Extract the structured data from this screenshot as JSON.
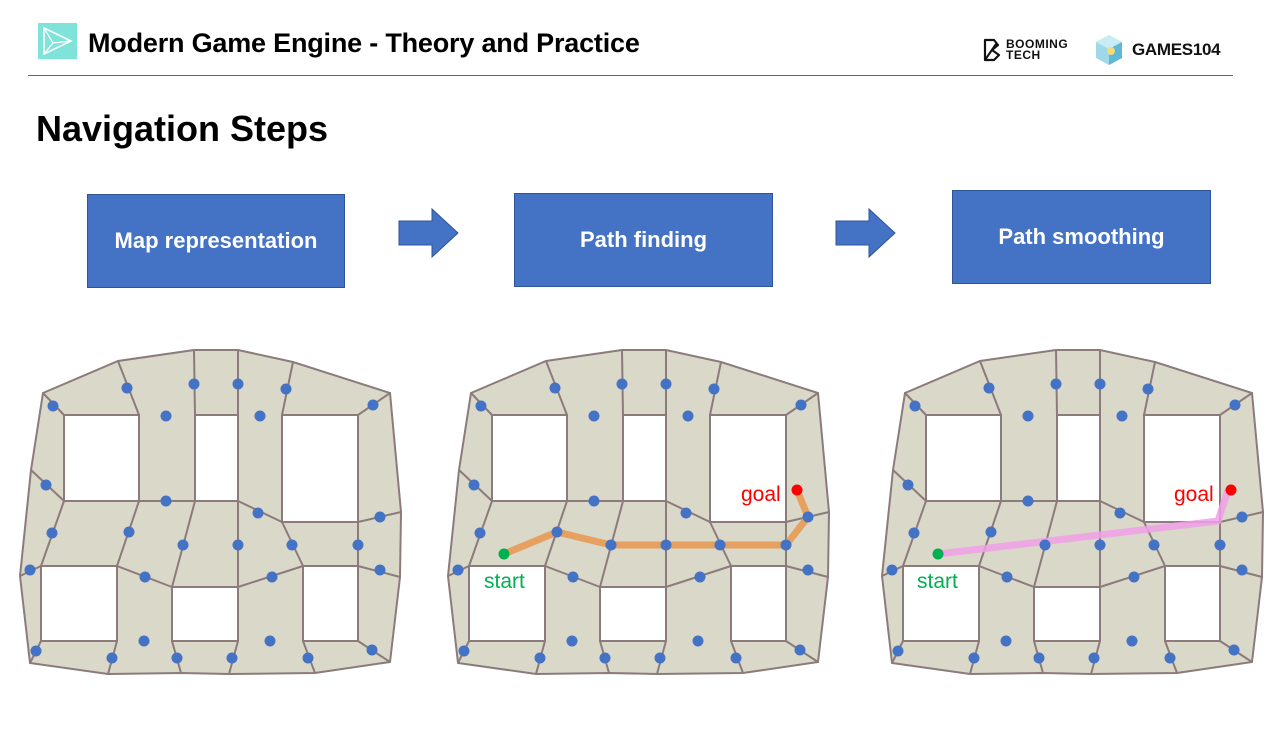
{
  "header": {
    "title": "Modern Game Engine - Theory and Practice",
    "logo_icon": "play-triangle-icon",
    "brands": [
      {
        "name": "BOOMING TECH",
        "line1": "BOOMING",
        "line2": "TECH",
        "icon": "booming-tech-logo-icon"
      },
      {
        "name": "GAMES104",
        "label": "GAMES104",
        "icon": "games104-cube-logo-icon"
      }
    ]
  },
  "page": {
    "title": "Navigation Steps"
  },
  "steps": [
    {
      "label": "Map representation"
    },
    {
      "label": "Path finding"
    },
    {
      "label": "Path smoothing"
    }
  ],
  "diagrams": [
    {
      "name": "navmesh-map-representation",
      "start_label": null,
      "goal_label": null,
      "path": "none"
    },
    {
      "name": "navmesh-path-finding",
      "start_label": "start",
      "goal_label": "goal",
      "path": "polyline"
    },
    {
      "name": "navmesh-path-smoothing",
      "start_label": "start",
      "goal_label": "goal",
      "path": "smoothed"
    }
  ],
  "labels": {
    "start": "start",
    "goal": "goal"
  },
  "colors": {
    "step_box": "#4472c4",
    "mesh_fill": "#d9d8c9",
    "mesh_edge": "#8c7b7b",
    "node": "#4472c4",
    "start": "#00b050",
    "goal": "#ff0000",
    "path_found": "#e6a060",
    "path_smooth": "#f0a0e8"
  }
}
